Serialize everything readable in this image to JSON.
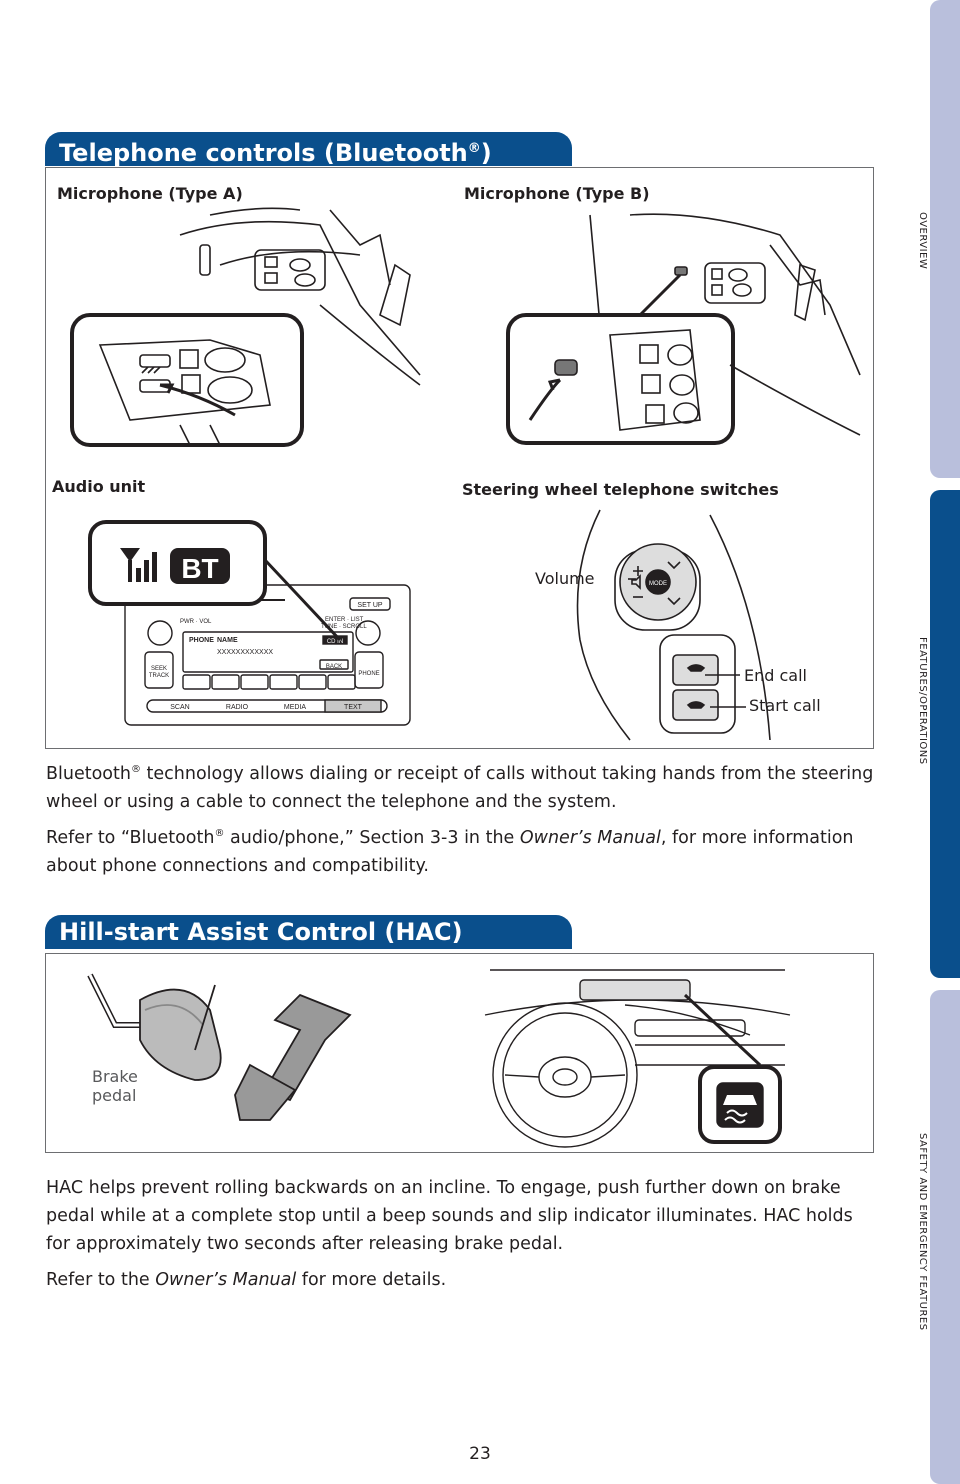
{
  "side_tabs": {
    "overview": "OVERVIEW",
    "features": "FEATURES/OPERATIONS",
    "safety": "SAFETY AND EMERGENCY FEATURES"
  },
  "telephone": {
    "title": "Telephone controls (Bluetooth",
    "title_sup": "®",
    "title_end": ")",
    "mic_a": "Microphone (Type A)",
    "mic_b": "Microphone (Type B)",
    "audio_unit": "Audio unit",
    "steering_switches": "Steering wheel telephone switches",
    "volume": "Volume",
    "end_call": "End call",
    "start_call": "Start call",
    "bt_label": "BT",
    "radio": {
      "setup": "SET UP",
      "pwr_vol": "PWR · VOL",
      "enter_list": "ENTER · LIST",
      "tune_scroll": "TUNE · SCROLL",
      "phone": "PHONE",
      "name": "NAME",
      "number": "XXXXXXXXXXXX",
      "cd_in": "CD IN",
      "back": "BACK",
      "seek": "SEEK",
      "track": "TRACK",
      "phone_btn": "PHONE",
      "scan": "SCAN",
      "radio_btn": "RADIO",
      "media": "MEDIA",
      "text": "TEXT",
      "mode": "MODE"
    },
    "para1_a": "Bluetooth",
    "para1_sup": "®",
    "para1_b": " technology allows dialing or receipt of calls without taking hands from the steering wheel or using a cable to connect the telephone and the system.",
    "para2_a": "Refer to “Bluetooth",
    "para2_sup": "®",
    "para2_b": " audio/phone,” Section 3-3 in the ",
    "para2_em": "Owner’s Manual",
    "para2_c": ", for more information about phone connections and compatibility."
  },
  "hac": {
    "title": "Hill-start Assist Control (HAC)",
    "brake_label_1": "Brake",
    "brake_label_2": "pedal",
    "para1": "HAC helps prevent rolling backwards on an incline. To engage, push further down on brake pedal while at a complete stop until a beep sounds and slip indicator illuminates. HAC holds for approximately two seconds after releasing brake pedal.",
    "para2_a": "Refer to the ",
    "para2_em": "Owner’s Manual",
    "para2_b": " for more details."
  },
  "page_number": "23",
  "colors": {
    "accent": "#0a4f8c",
    "tab_inactive": "#b9bfdc"
  }
}
